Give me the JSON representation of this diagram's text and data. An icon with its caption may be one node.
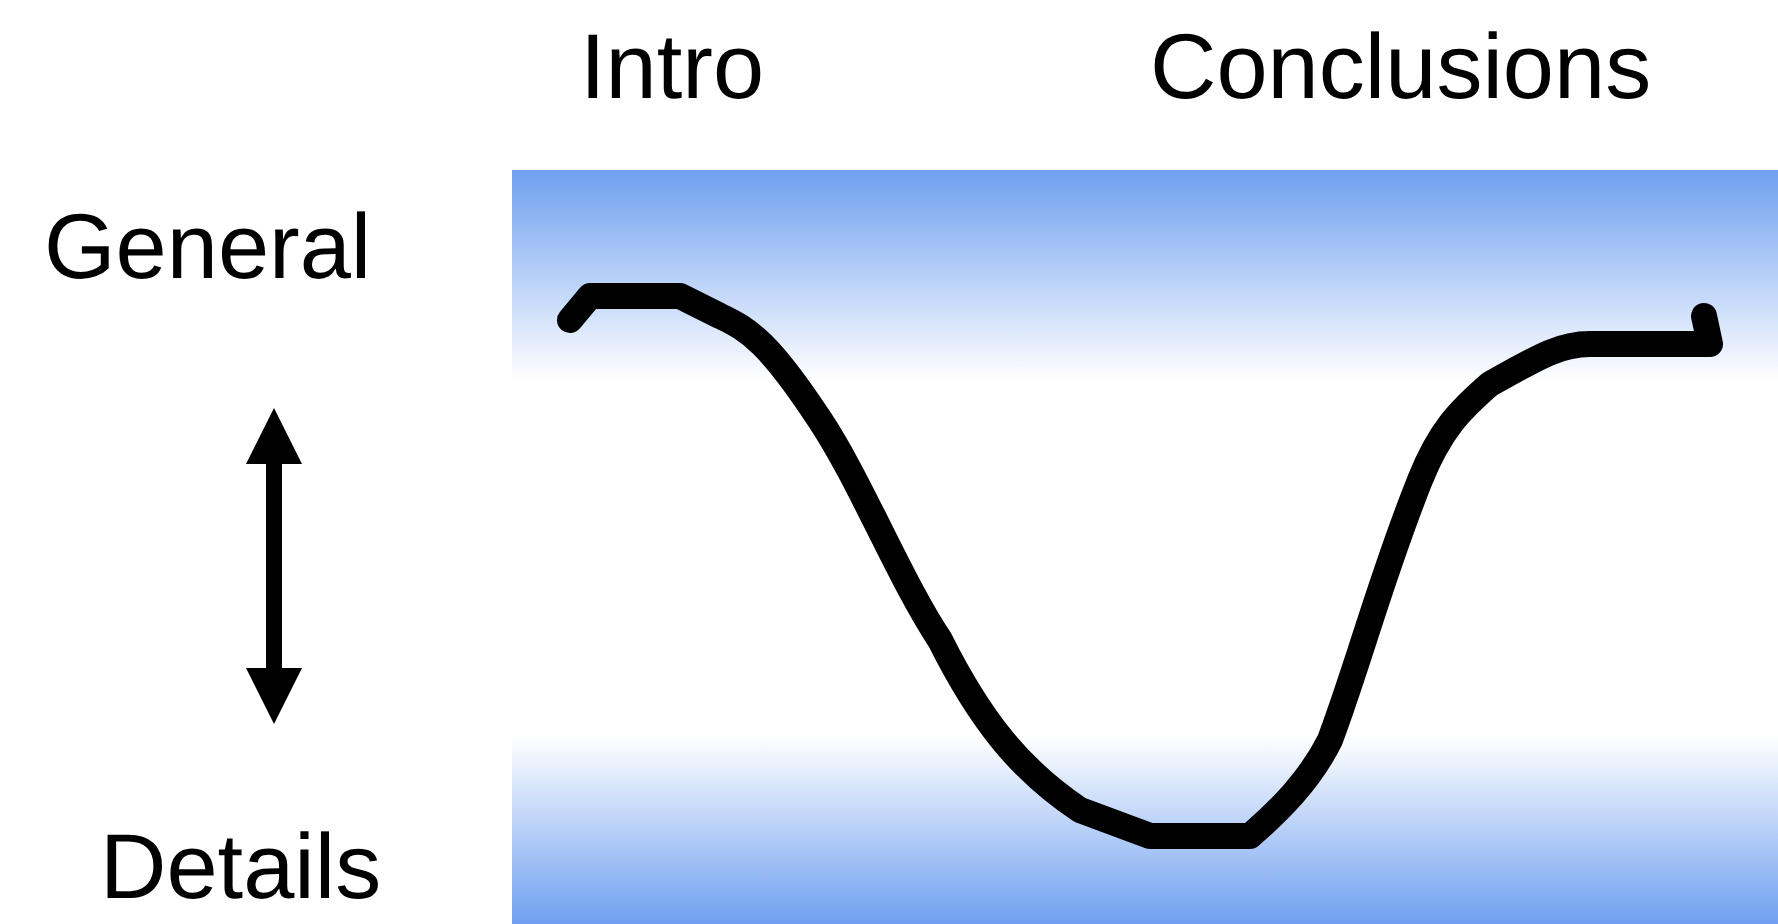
{
  "diagram": {
    "labels": [
      "Intro",
      "Conclusions",
      "General",
      "Details"
    ]
  }
}
